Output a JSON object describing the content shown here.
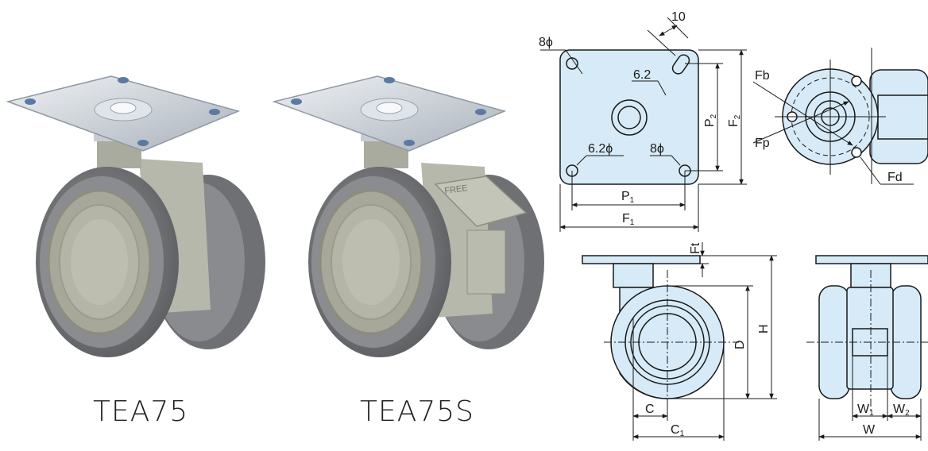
{
  "products": [
    {
      "model": "TEA75",
      "lock_label": ""
    },
    {
      "model": "TEA75S",
      "lock_label": "FREE"
    }
  ],
  "top_view": {
    "hole_left_label": "8ϕ",
    "slot_width_label": "10",
    "slot_label": "6.2",
    "bottom_left_label": "6.2ϕ",
    "bottom_right_label": "8ϕ",
    "P1": "P",
    "P1_sub": "1",
    "F1": "F",
    "F1_sub": "1",
    "P2": "P",
    "P2_sub": "2",
    "F2": "F",
    "F2_sub": "2"
  },
  "bottom_view": {
    "Fb": "Fb",
    "Fp": "Fp",
    "Fd": "Fd"
  },
  "side_view": {
    "Ft": "Ft",
    "D": "D",
    "H": "H",
    "C": "C",
    "C1": "C",
    "C1_sub": "1"
  },
  "front_view": {
    "W1": "W",
    "W1_sub": "1",
    "W2": "W",
    "W2_sub": "2",
    "W": "W"
  },
  "colors": {
    "fill": "#d6ebf7",
    "line": "#1a1a1a",
    "rubber": "#7a7b7d",
    "hub": "#b7b9ad",
    "plate": "#c9cfd6"
  }
}
